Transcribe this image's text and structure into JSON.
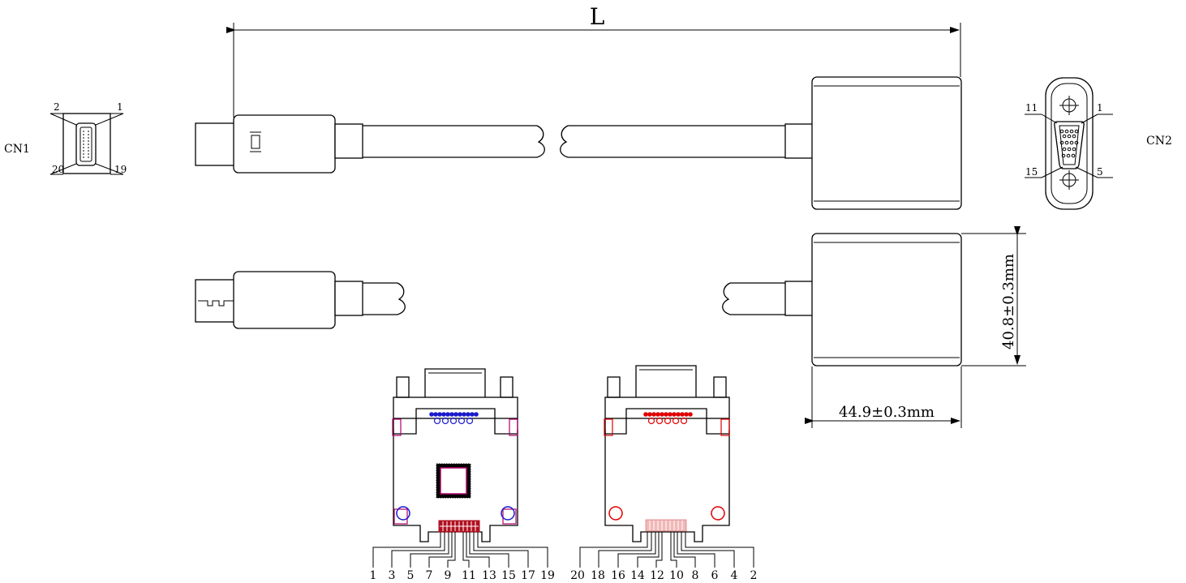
{
  "labels": {
    "cn1": "CN1",
    "cn2": "CN2",
    "length": "L",
    "height_dim": "40.8±0.3mm",
    "width_dim": "44.9±0.3mm"
  },
  "cn1_pins": {
    "top_left": "2",
    "top_right": "1",
    "bottom_left": "20",
    "bottom_right": "19"
  },
  "cn2_pins": {
    "top_left": "11",
    "top_right": "1",
    "bottom_left": "15",
    "bottom_right": "5"
  },
  "pcb_left_pins": [
    "1",
    "3",
    "5",
    "7",
    "9",
    "11",
    "13",
    "15",
    "17",
    "19"
  ],
  "pcb_right_pins": [
    "20",
    "18",
    "16",
    "14",
    "12",
    "10",
    "8",
    "6",
    "4",
    "2"
  ],
  "colors": {
    "line": "#000000",
    "pad_blue": "#1a1acc",
    "pad_red": "#e00000",
    "pad_dark_red": "#b01020",
    "pad_pink": "#f0b8b8",
    "outline_magenta": "#b0006a"
  }
}
